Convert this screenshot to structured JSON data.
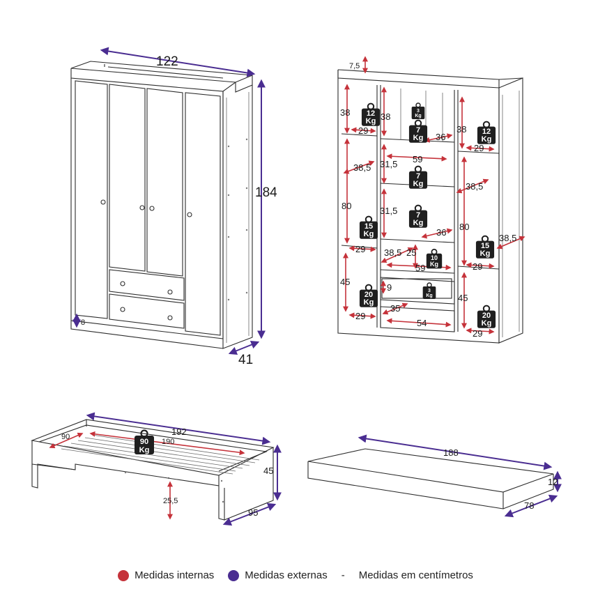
{
  "colors": {
    "internal": "#c5323a",
    "external": "#4a2d91",
    "outline": "#2b2b2b",
    "weight_tag": "#1f1f1f"
  },
  "wardrobe_front": {
    "width": "122",
    "height": "184",
    "depth": "41",
    "base": "8"
  },
  "wardrobe_inside": {
    "top_gap": "7,5",
    "left_shelf_h": "38",
    "left_shelf_w": "29",
    "center_top_h": "38",
    "center_top_w": "36",
    "right_shelf_h": "38",
    "right_shelf_w": "29",
    "center_width": "59",
    "center_shelf_h1": "31,5",
    "center_shelf_h2": "31,5",
    "center_shelf_w2": "36",
    "left_depth": "38,5",
    "left_hang_h": "80",
    "left_hang_w": "29",
    "right_depth": "38,5",
    "right_hang_h": "80",
    "right_hang_w": "29",
    "outer_depth": "38,5",
    "center_low_depth": "38,5",
    "center_low_h": "25",
    "center_low_w": "59",
    "drawer_h": "9",
    "drawer_d": "35",
    "drawer_w": "54",
    "left_low_h": "45",
    "left_low_w": "29",
    "right_low_h": "45",
    "right_low_w": "29"
  },
  "weights": {
    "w12": "12",
    "w3": "3",
    "w7": "7",
    "w15": "15",
    "w10": "10",
    "w20": "20",
    "w90": "90",
    "unit": "Kg"
  },
  "bed": {
    "length": "192",
    "inner_length": "190",
    "inner_width": "90",
    "height": "45",
    "width": "95",
    "clearance": "25,5"
  },
  "mattress": {
    "length": "188",
    "height": "12",
    "width": "78"
  },
  "legend": {
    "internal": "Medidas internas",
    "external": "Medidas externas",
    "separator": "-",
    "units": "Medidas em centímetros"
  }
}
